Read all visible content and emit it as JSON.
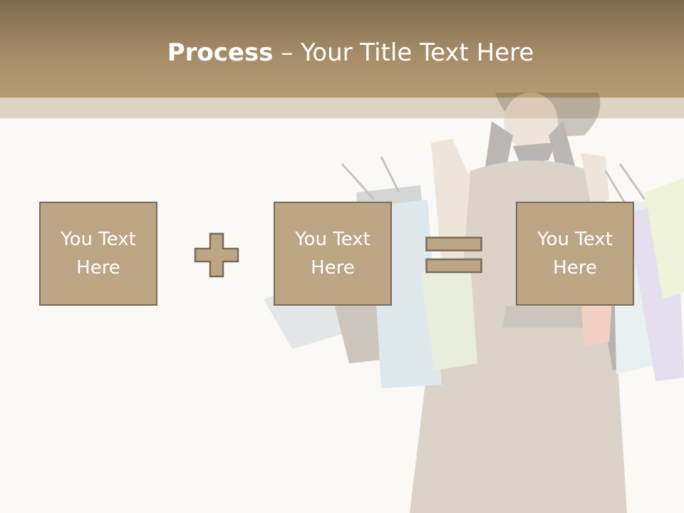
{
  "slide": {
    "title_bold": "Process",
    "title_rest": " – Your Title Text Here"
  },
  "process": {
    "box1": "You Text Here",
    "box2": "You Text Here",
    "box3": "You Text Here",
    "operator1": "plus-icon",
    "operator2": "equals-icon"
  },
  "colors": {
    "header": "#a58c68",
    "box_fill": "#bca685",
    "box_border": "#7a6a58",
    "background": "#faf9f6"
  }
}
